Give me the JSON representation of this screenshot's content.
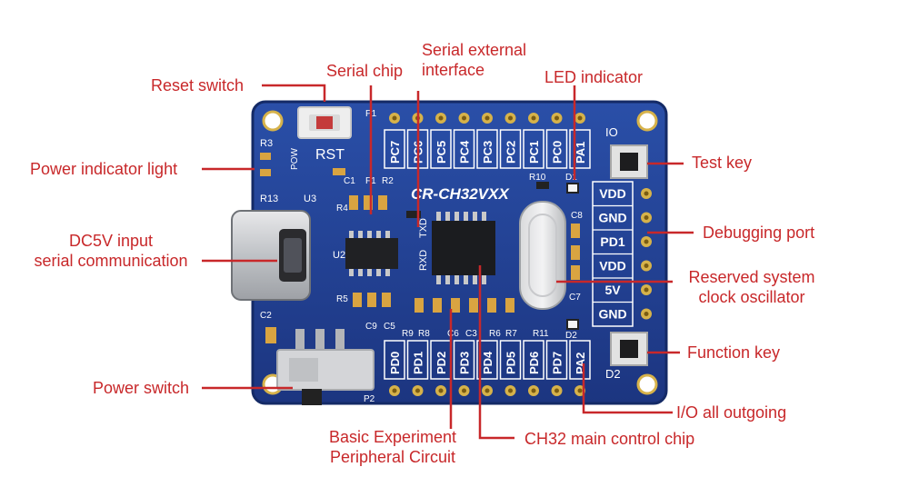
{
  "board": {
    "title": "CR-CH32VXX",
    "silkscreen": {
      "rst": "RST",
      "pow": "POW",
      "io": "IO",
      "refs": {
        "r3": "R3",
        "r13": "R13",
        "u3": "U3",
        "u2": "U2",
        "p1": "P1",
        "p2": "P2",
        "c1": "C1",
        "f1": "F1",
        "r2": "R2",
        "r4": "R4",
        "r5": "R5",
        "c9": "C9",
        "c5": "C5",
        "r9": "R9",
        "r8": "R8",
        "c6": "C6",
        "c3": "C3",
        "r6": "R6",
        "r7": "R7",
        "r11": "R11",
        "r10": "R10",
        "d1": "D1",
        "d2": "D2",
        "c8": "C8",
        "c7": "C7",
        "c2": "C2",
        "rxd": "RXD",
        "txd": "TXD"
      }
    },
    "top_header_pins": [
      "PC7",
      "PC6",
      "PC5",
      "PC4",
      "PC3",
      "PC2",
      "PC1",
      "PC0",
      "PA1"
    ],
    "bottom_header_pins": [
      "PD0",
      "PD1",
      "PD2",
      "PD3",
      "PD4",
      "PD5",
      "PD6",
      "PD7",
      "PA2"
    ],
    "debug_pins": [
      "VDD",
      "GND",
      "PD1",
      "VDD",
      "5V",
      "GND"
    ],
    "d2_label": "D2",
    "colors": {
      "pcb": "#1f3d8a",
      "pcb_edge": "#142a66",
      "gold": "#d6b24a",
      "callout": "#c8282a"
    }
  },
  "callouts": {
    "reset_switch": "Reset switch",
    "serial_chip": "Serial chip",
    "serial_interface_1": "Serial external",
    "serial_interface_2": "interface",
    "led_indicator": "LED indicator",
    "power_indicator": "Power indicator light",
    "test_key": "Test key",
    "dc5v_1": "DC5V input",
    "dc5v_2": "serial communication",
    "debugging_port": "Debugging port",
    "oscillator_1": "Reserved system",
    "oscillator_2": "clock oscillator",
    "function_key": "Function key",
    "power_switch": "Power switch",
    "io_outgoing": "I/O all outgoing",
    "basic_exp_1": "Basic Experiment",
    "basic_exp_2": "Peripheral Circuit",
    "main_chip": "CH32 main control chip"
  }
}
